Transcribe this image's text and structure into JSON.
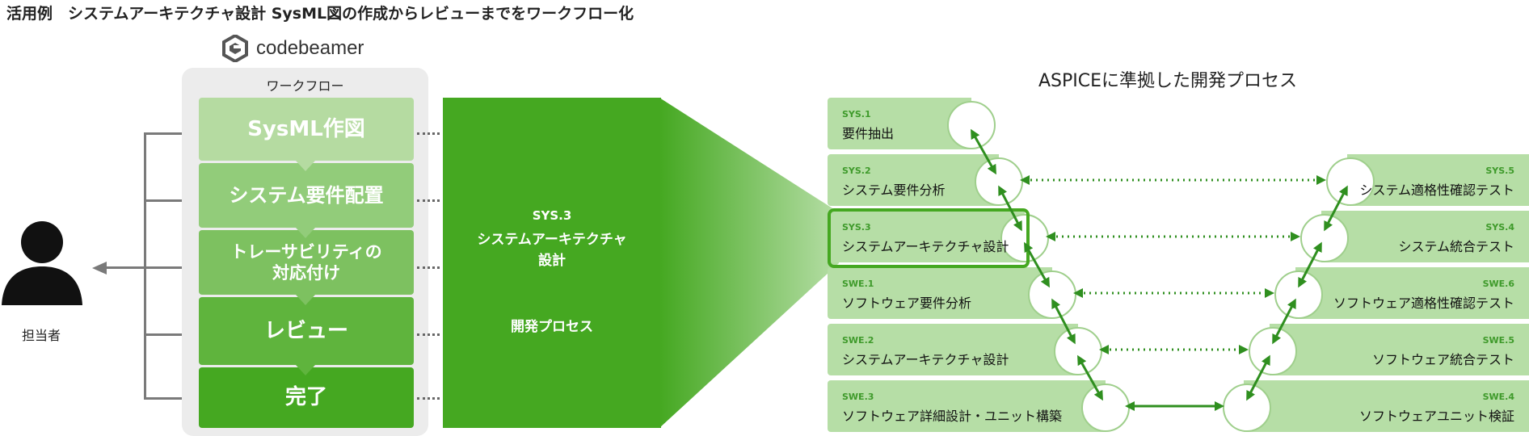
{
  "title": "活用例　システムアーキテクチャ設計 SysML図の作成からレビューまでをワークフロー化",
  "logo": {
    "text": "codebeamer",
    "icon": "codebeamer-logo-icon",
    "color": "#555555"
  },
  "person": {
    "icon": "person-icon",
    "label": "担当者"
  },
  "workflow": {
    "label": "ワークフロー",
    "steps": [
      {
        "label": "SysML作図",
        "color": "#b5dba1"
      },
      {
        "label": "システム要件配置",
        "color": "#92cc7a"
      },
      {
        "label": "トレーサビリティの\n対応付け",
        "color": "#7dc160"
      },
      {
        "label": "レビュー",
        "color": "#5fb43d"
      },
      {
        "label": "完了",
        "color": "#45a821"
      }
    ]
  },
  "detail": {
    "code": "SYS.3",
    "name": "システムアーキテクチャ\n設計",
    "category": "開発プロセス"
  },
  "aspice": {
    "title": "ASPICEに準拠した開発プロセス",
    "left": [
      {
        "code": "SYS.1",
        "name": "要件抽出"
      },
      {
        "code": "SYS.2",
        "name": "システム要件分析"
      },
      {
        "code": "SYS.3",
        "name": "システムアーキテクチャ設計"
      },
      {
        "code": "SWE.1",
        "name": "ソフトウェア要件分析"
      },
      {
        "code": "SWE.2",
        "name": "システムアーキテクチャ設計"
      },
      {
        "code": "SWE.3",
        "name": "ソフトウェア詳細設計・ユニット構築"
      }
    ],
    "right": [
      {
        "code": "SYS.5",
        "name": "システム適格性確認テスト"
      },
      {
        "code": "SYS.4",
        "name": "システム統合テスト"
      },
      {
        "code": "SWE.6",
        "name": "ソフトウェア適格性確認テスト"
      },
      {
        "code": "SWE.5",
        "name": "ソフトウェア統合テスト"
      },
      {
        "code": "SWE.4",
        "name": "ソフトウェアユニット検証"
      }
    ]
  },
  "colors": {
    "accent": "#45a821",
    "row": "#b6dea6",
    "code": "#3e9a2a",
    "connector": "#7a7a7a"
  }
}
